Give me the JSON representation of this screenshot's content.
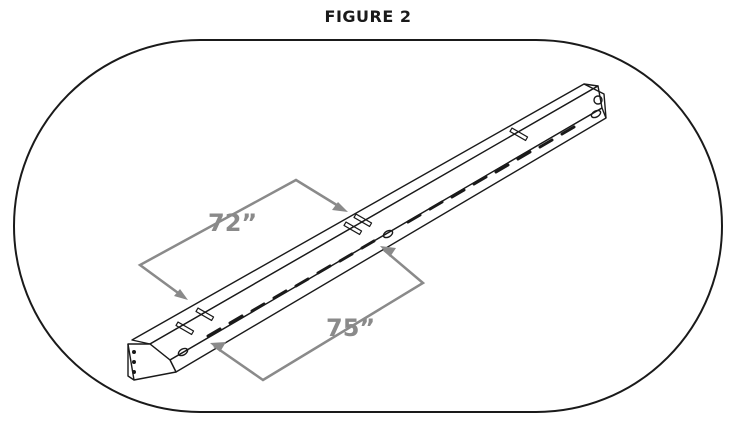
{
  "figure": {
    "title": "FIGURE 2"
  },
  "dimensions": {
    "inner": {
      "label": "72”"
    },
    "outer": {
      "label": "75”"
    }
  },
  "colors": {
    "outline": "#1a1a1a",
    "dimension": "#8a8a8a",
    "background": "#ffffff"
  }
}
